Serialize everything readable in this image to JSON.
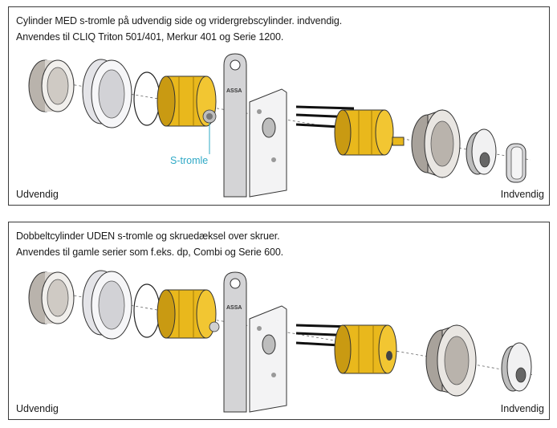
{
  "panels": [
    {
      "line1": "Cylinder MED s-tromle på udvendig side og  vridergrebscylinder. indvendig.",
      "line2": "Anvendes til CLIQ Triton 501/401, Merkur 401 og Serie 1200.",
      "left_label": "Udvendig",
      "right_label": "Indvendig",
      "callout": "S-tromle",
      "plate_logo": "ASSA"
    },
    {
      "line1": "Dobbeltcylinder UDEN s-tromle og skruedæksel over skruer.",
      "line2": "Anvendes til gamle serier som f.eks. dp, Combi og Serie 600.",
      "left_label": "Udvendig",
      "right_label": "Indvendig",
      "plate_logo": "ASSA"
    }
  ],
  "colors": {
    "brass": "#e9b81c",
    "brass_dark": "#b88a0c",
    "steel": "#c9c9cc",
    "callout": "#2fa9c6",
    "border": "#3a3a3a"
  }
}
